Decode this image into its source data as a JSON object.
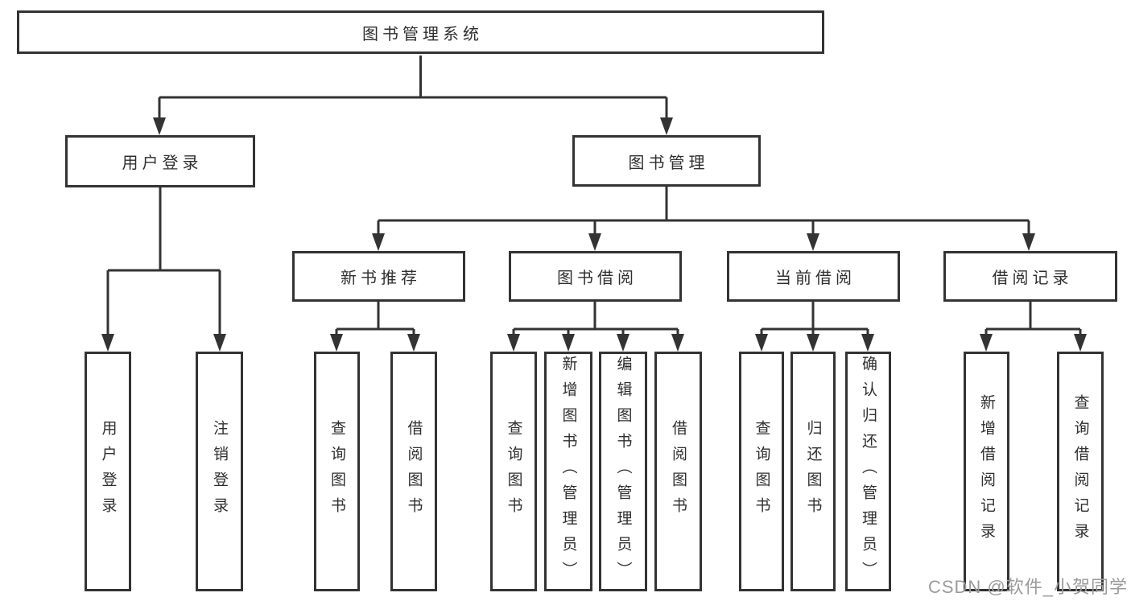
{
  "diagram": {
    "root": {
      "label": "图书管理系统"
    },
    "level2": [
      {
        "label": "用户登录"
      },
      {
        "label": "图书管理"
      }
    ],
    "level3": [
      {
        "label": "新书推荐"
      },
      {
        "label": "图书借阅"
      },
      {
        "label": "当前借阅"
      },
      {
        "label": "借阅记录"
      }
    ],
    "leaves": {
      "user_login": [
        "用户登录",
        "注销登录"
      ],
      "new_book_recommend": [
        "查询图书",
        "借阅图书"
      ],
      "book_borrow": [
        "查询图书",
        "新增图书（管理员）",
        "编辑图书（管理员）",
        "借阅图书"
      ],
      "current_borrow": [
        "查询图书",
        "归还图书",
        "确认归还（管理员）"
      ],
      "borrow_record": [
        "新增借阅记录",
        "查询借阅记录"
      ]
    }
  },
  "watermark": {
    "text": "CSDN @软件_小贺同学"
  },
  "colors": {
    "line": "#333333",
    "text": "#2f2f2f",
    "watermark": "#9b9b9b",
    "background": "#ffffff"
  }
}
